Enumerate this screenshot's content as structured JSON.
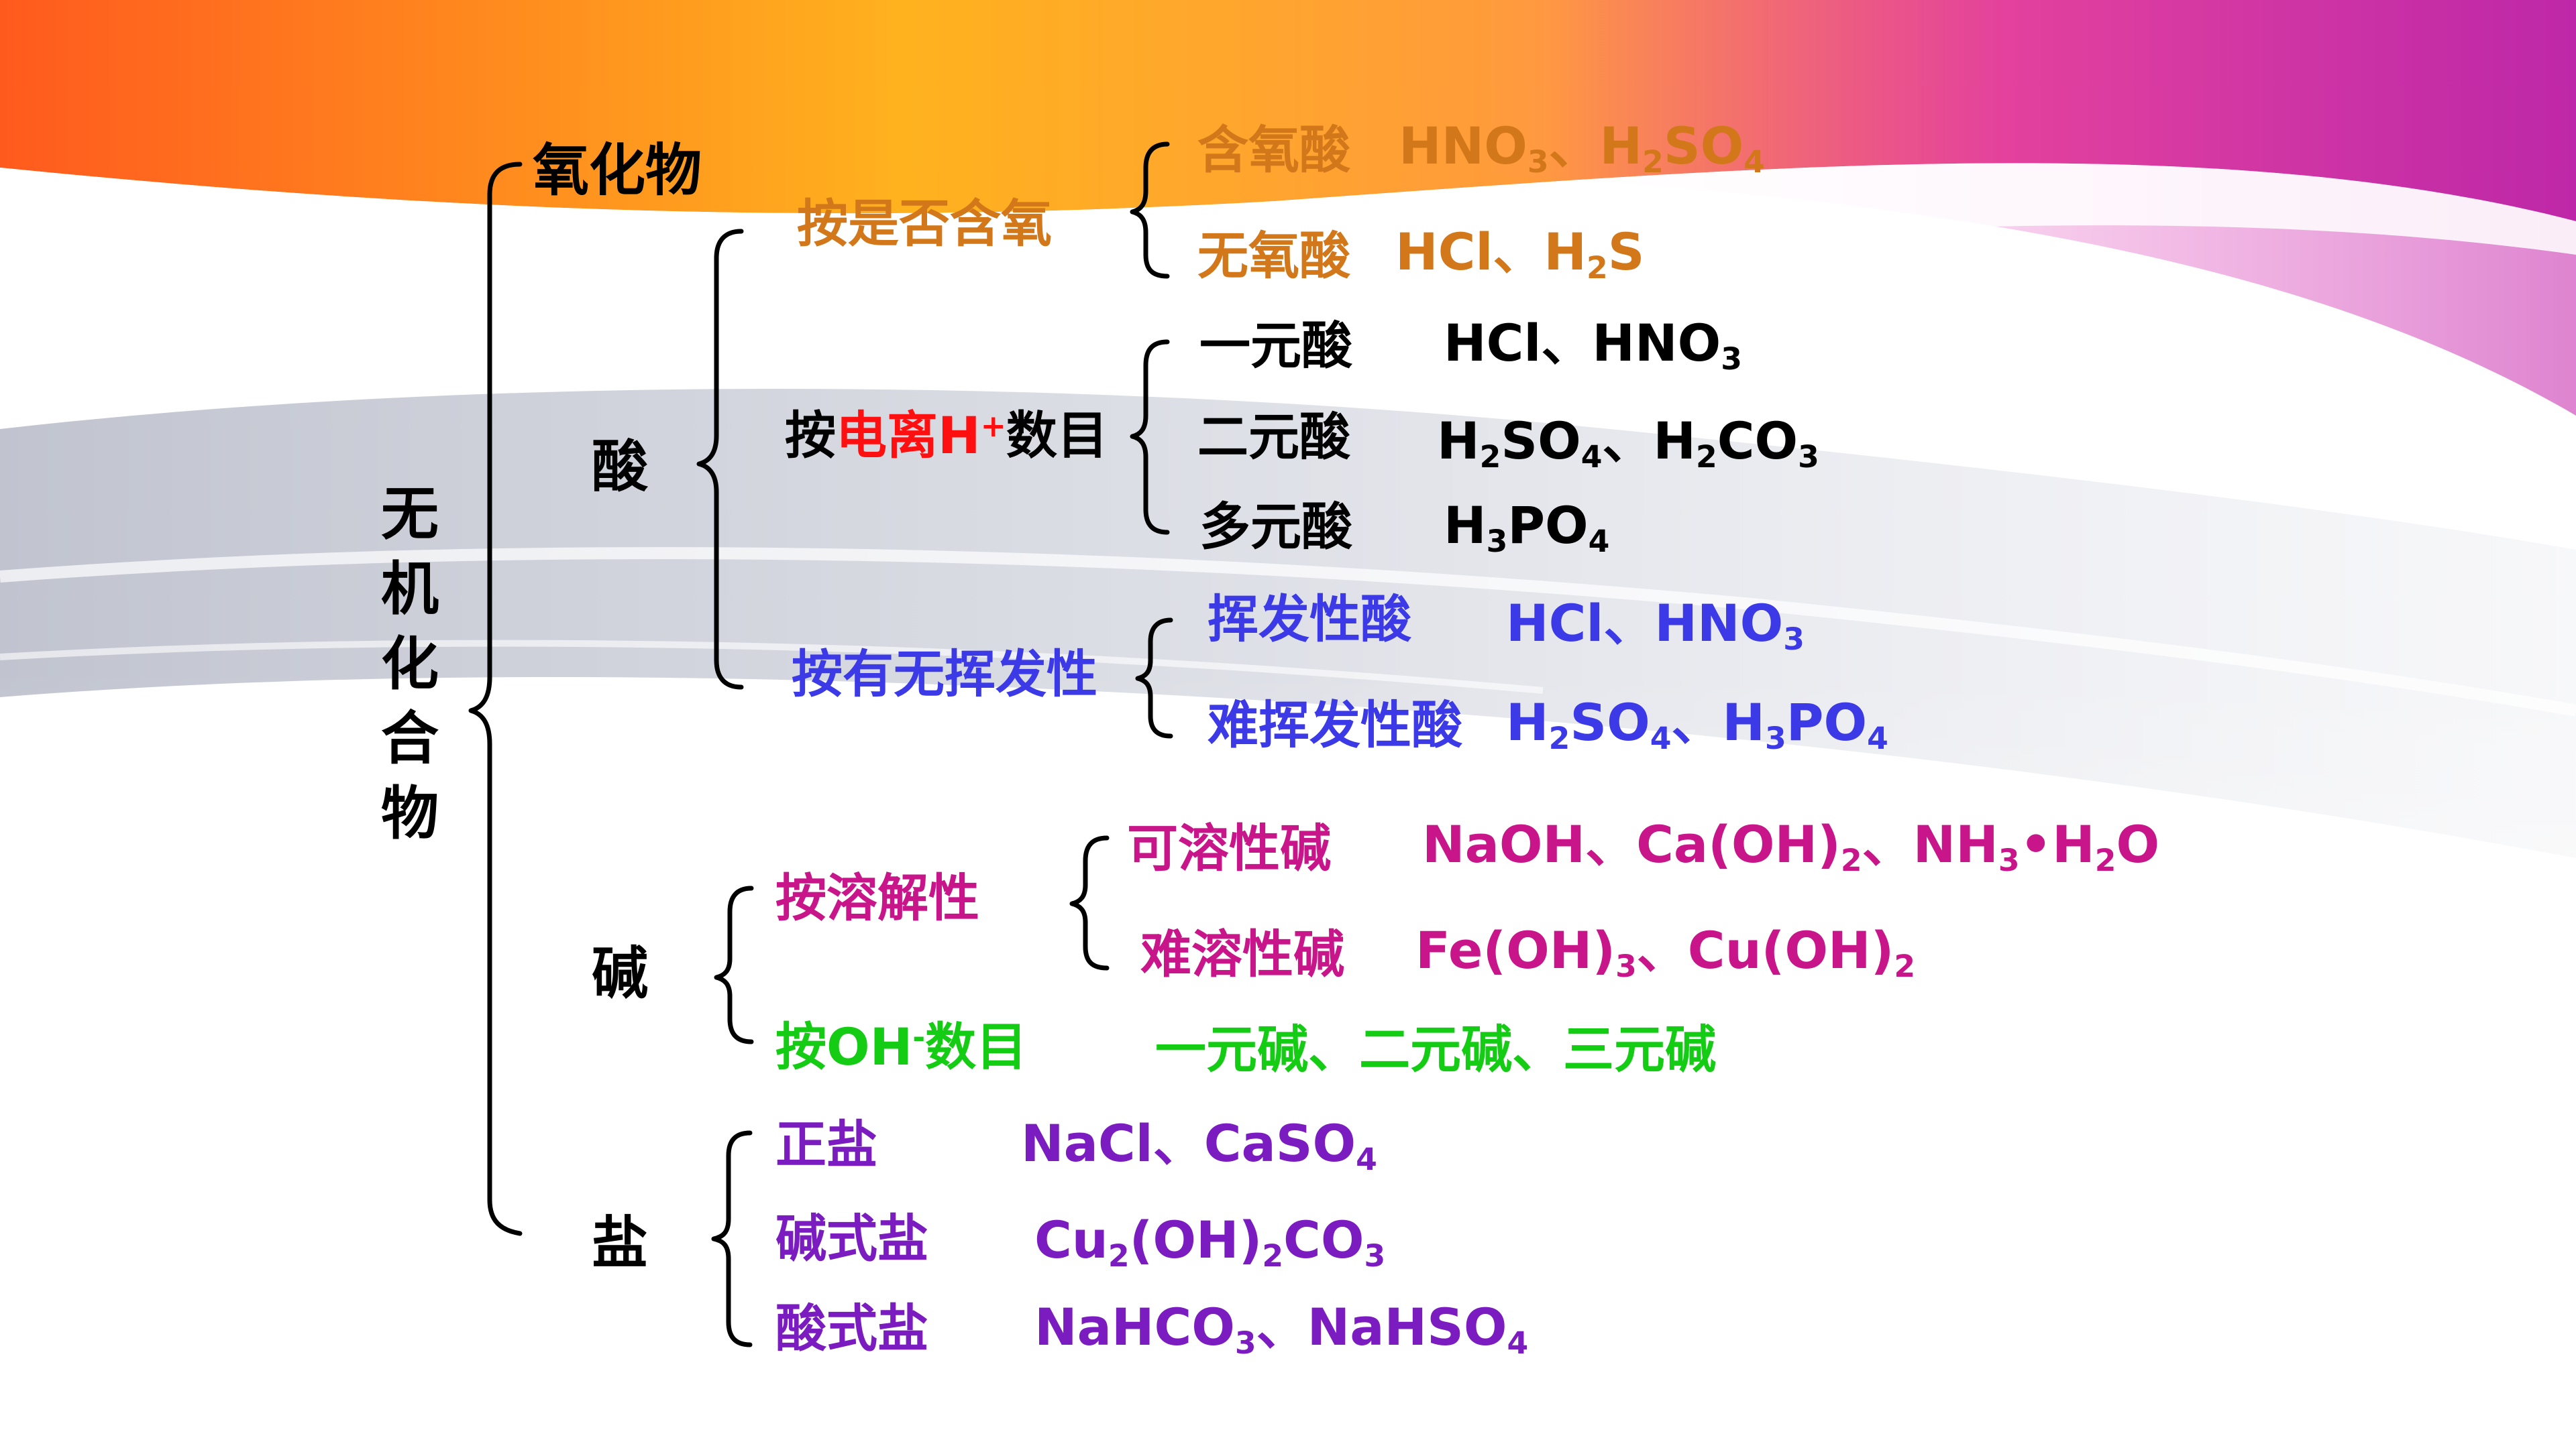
{
  "root": "无机化合物",
  "colors": {
    "black": "#000000",
    "orange": "#d2781a",
    "blue": "#3b3ae6",
    "magenta": "#c8168a",
    "green": "#15cc15",
    "purple": "#7a1cc0",
    "red": "#ff1010"
  },
  "oxide": {
    "label": "氧化物"
  },
  "acid": {
    "label": "酸",
    "by_oxygen": {
      "label": "按是否含氧",
      "oxy": {
        "label": "含氧酸",
        "examples": [
          {
            "parts": [
              {
                "t": "HNO"
              },
              {
                "sub": "3"
              },
              {
                "t": "、H"
              },
              {
                "sub": "2"
              },
              {
                "t": "SO"
              },
              {
                "sub": "4"
              }
            ]
          }
        ]
      },
      "nonoxy": {
        "label": "无氧酸",
        "examples": [
          {
            "parts": [
              {
                "t": "HCl、H"
              },
              {
                "sub": "2"
              },
              {
                "t": "S"
              }
            ]
          }
        ]
      }
    },
    "by_ionization": {
      "label_pre": "按",
      "label_red": "电离H",
      "label_sup": "+",
      "label_post": "数目",
      "mono": {
        "label": "一元酸",
        "parts": [
          {
            "t": "HCl、HNO"
          },
          {
            "sub": "3"
          }
        ]
      },
      "di": {
        "label": "二元酸",
        "parts": [
          {
            "t": "H"
          },
          {
            "sub": "2"
          },
          {
            "t": "SO"
          },
          {
            "sub": "4"
          },
          {
            "t": "、H"
          },
          {
            "sub": "2"
          },
          {
            "t": "CO"
          },
          {
            "sub": "3"
          }
        ]
      },
      "poly": {
        "label": "多元酸",
        "parts": [
          {
            "t": "H"
          },
          {
            "sub": "3"
          },
          {
            "t": "PO"
          },
          {
            "sub": "4"
          }
        ]
      }
    },
    "by_volatility": {
      "label": "按有无挥发性",
      "volatile": {
        "label": "挥发性酸",
        "parts": [
          {
            "t": "HCl、HNO"
          },
          {
            "sub": "3"
          }
        ]
      },
      "nonvolatile": {
        "label": "难挥发性酸",
        "parts": [
          {
            "t": "H"
          },
          {
            "sub": "2"
          },
          {
            "t": "SO"
          },
          {
            "sub": "4"
          },
          {
            "t": "、H"
          },
          {
            "sub": "3"
          },
          {
            "t": "PO"
          },
          {
            "sub": "4"
          }
        ]
      }
    }
  },
  "base": {
    "label": "碱",
    "by_solubility": {
      "label": "按溶解性",
      "soluble": {
        "label": "可溶性碱",
        "parts": [
          {
            "t": "NaOH、Ca(OH)"
          },
          {
            "sub": "2"
          },
          {
            "t": "、NH"
          },
          {
            "sub": "3"
          },
          {
            "t": "•H"
          },
          {
            "sub": "2"
          },
          {
            "t": "O"
          }
        ]
      },
      "insoluble": {
        "label": "难溶性碱",
        "parts": [
          {
            "t": "Fe(OH)"
          },
          {
            "sub": "3"
          },
          {
            "t": "、Cu(OH)"
          },
          {
            "sub": "2"
          }
        ]
      }
    },
    "by_oh": {
      "label_pre": "按OH",
      "label_sup": "-",
      "label_post": "数目",
      "value": "一元碱、二元碱、三元碱"
    }
  },
  "salt": {
    "label": "盐",
    "normal": {
      "label": "正盐",
      "parts": [
        {
          "t": "NaCl、CaSO"
        },
        {
          "sub": "4"
        }
      ]
    },
    "basic": {
      "label": "碱式盐",
      "parts": [
        {
          "t": "Cu"
        },
        {
          "sub": "2"
        },
        {
          "t": "(OH)"
        },
        {
          "sub": "2"
        },
        {
          "t": "CO"
        },
        {
          "sub": "3"
        }
      ]
    },
    "acidic": {
      "label": "酸式盐",
      "parts": [
        {
          "t": "NaHCO"
        },
        {
          "sub": "3"
        },
        {
          "t": "、NaHSO"
        },
        {
          "sub": "4"
        }
      ]
    }
  }
}
